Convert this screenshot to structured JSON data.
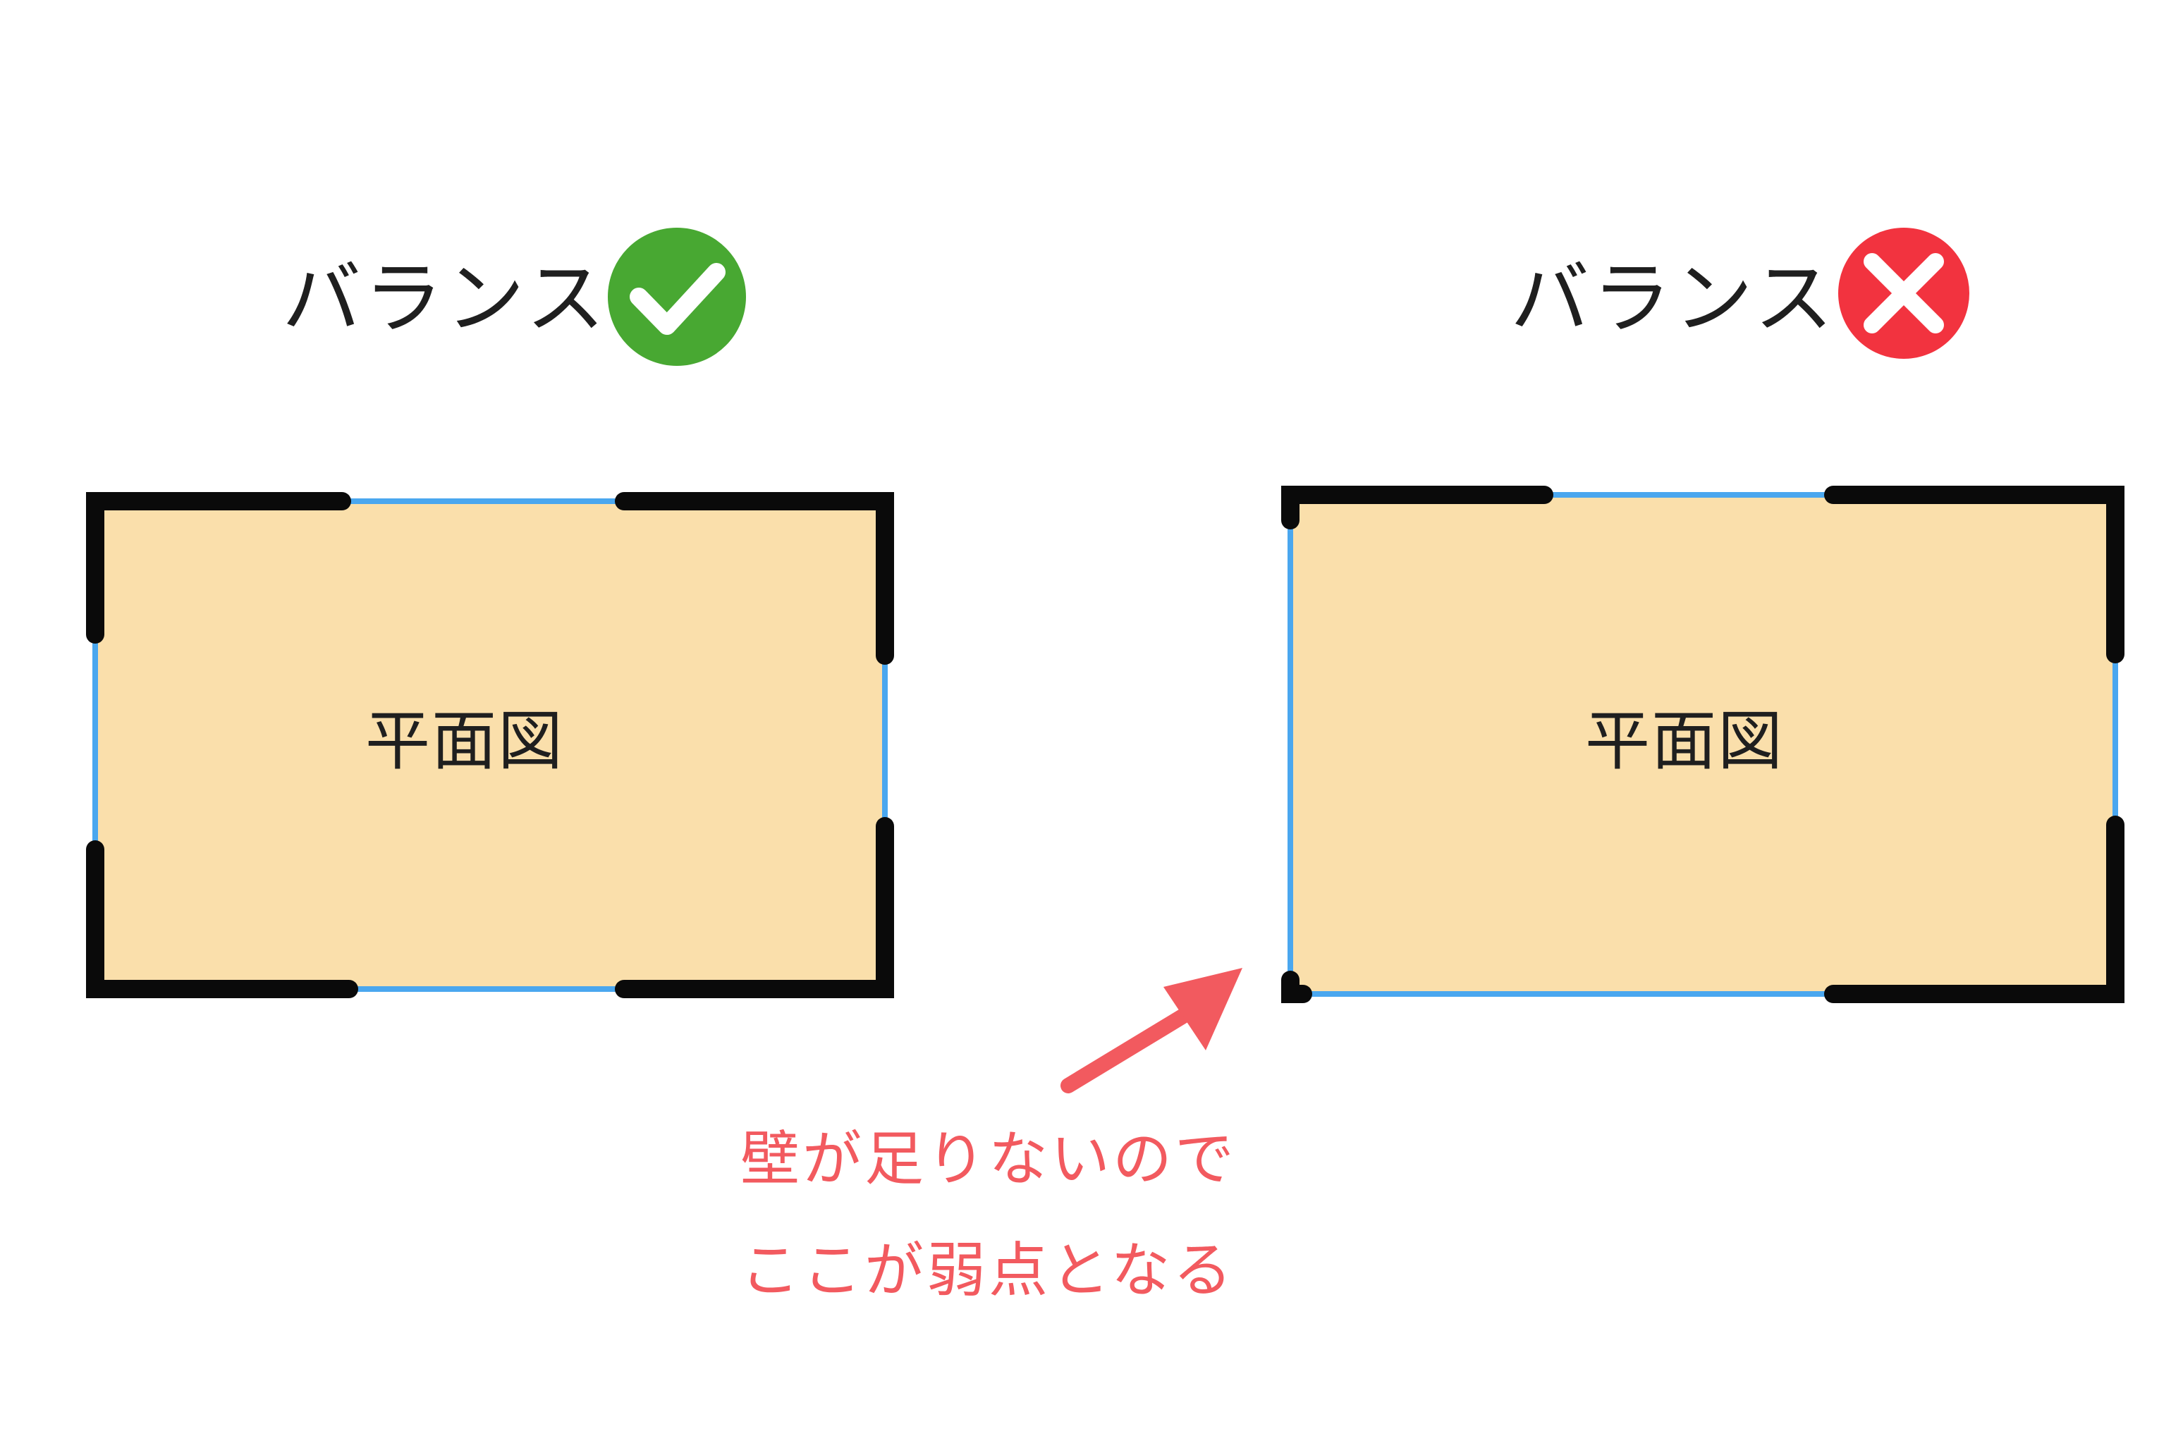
{
  "panels": {
    "good": {
      "heading": "バランス",
      "plan_label": "平面図",
      "badge_icon": "check-circle-icon",
      "badge_color": "#48a832"
    },
    "bad": {
      "heading": "バランス",
      "plan_label": "平面図",
      "badge_icon": "cross-circle-icon",
      "badge_color": "#f2333f"
    }
  },
  "annotation": {
    "line1": "壁が足りないので",
    "line2": "ここが弱点となる",
    "color": "#f25a5f"
  },
  "colors": {
    "floor_fill": "#fadfab",
    "wall": "#0a0a0a",
    "opening_line": "#4aa7ef"
  }
}
